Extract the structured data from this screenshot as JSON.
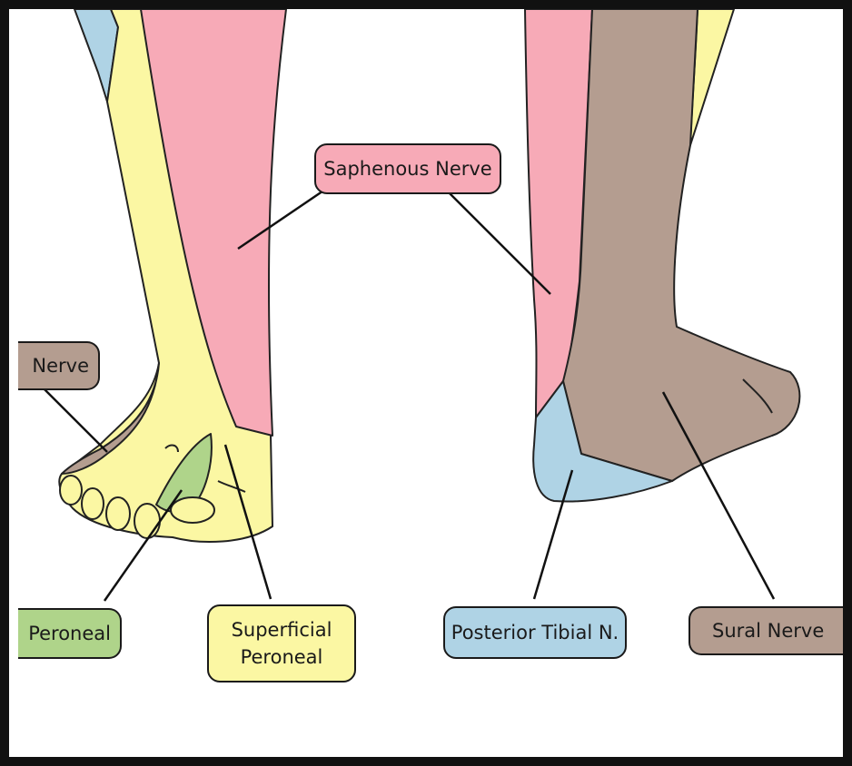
{
  "labels": {
    "saphenous": "Saphenous Nerve",
    "sural_left": "Nerve",
    "deep_peroneal": "Peroneal",
    "superficial_line1": "Superficial",
    "superficial_line2": "Peroneal",
    "posterior_tibial": "Posterior Tibial N.",
    "sural_right": "Sural Nerve"
  },
  "colors": {
    "saphenous": "#f7aab7",
    "superficial_peroneal": "#fbf7a3",
    "deep_peroneal": "#afd48a",
    "posterior_tibial": "#afd3e5",
    "sural": "#b49d90"
  }
}
